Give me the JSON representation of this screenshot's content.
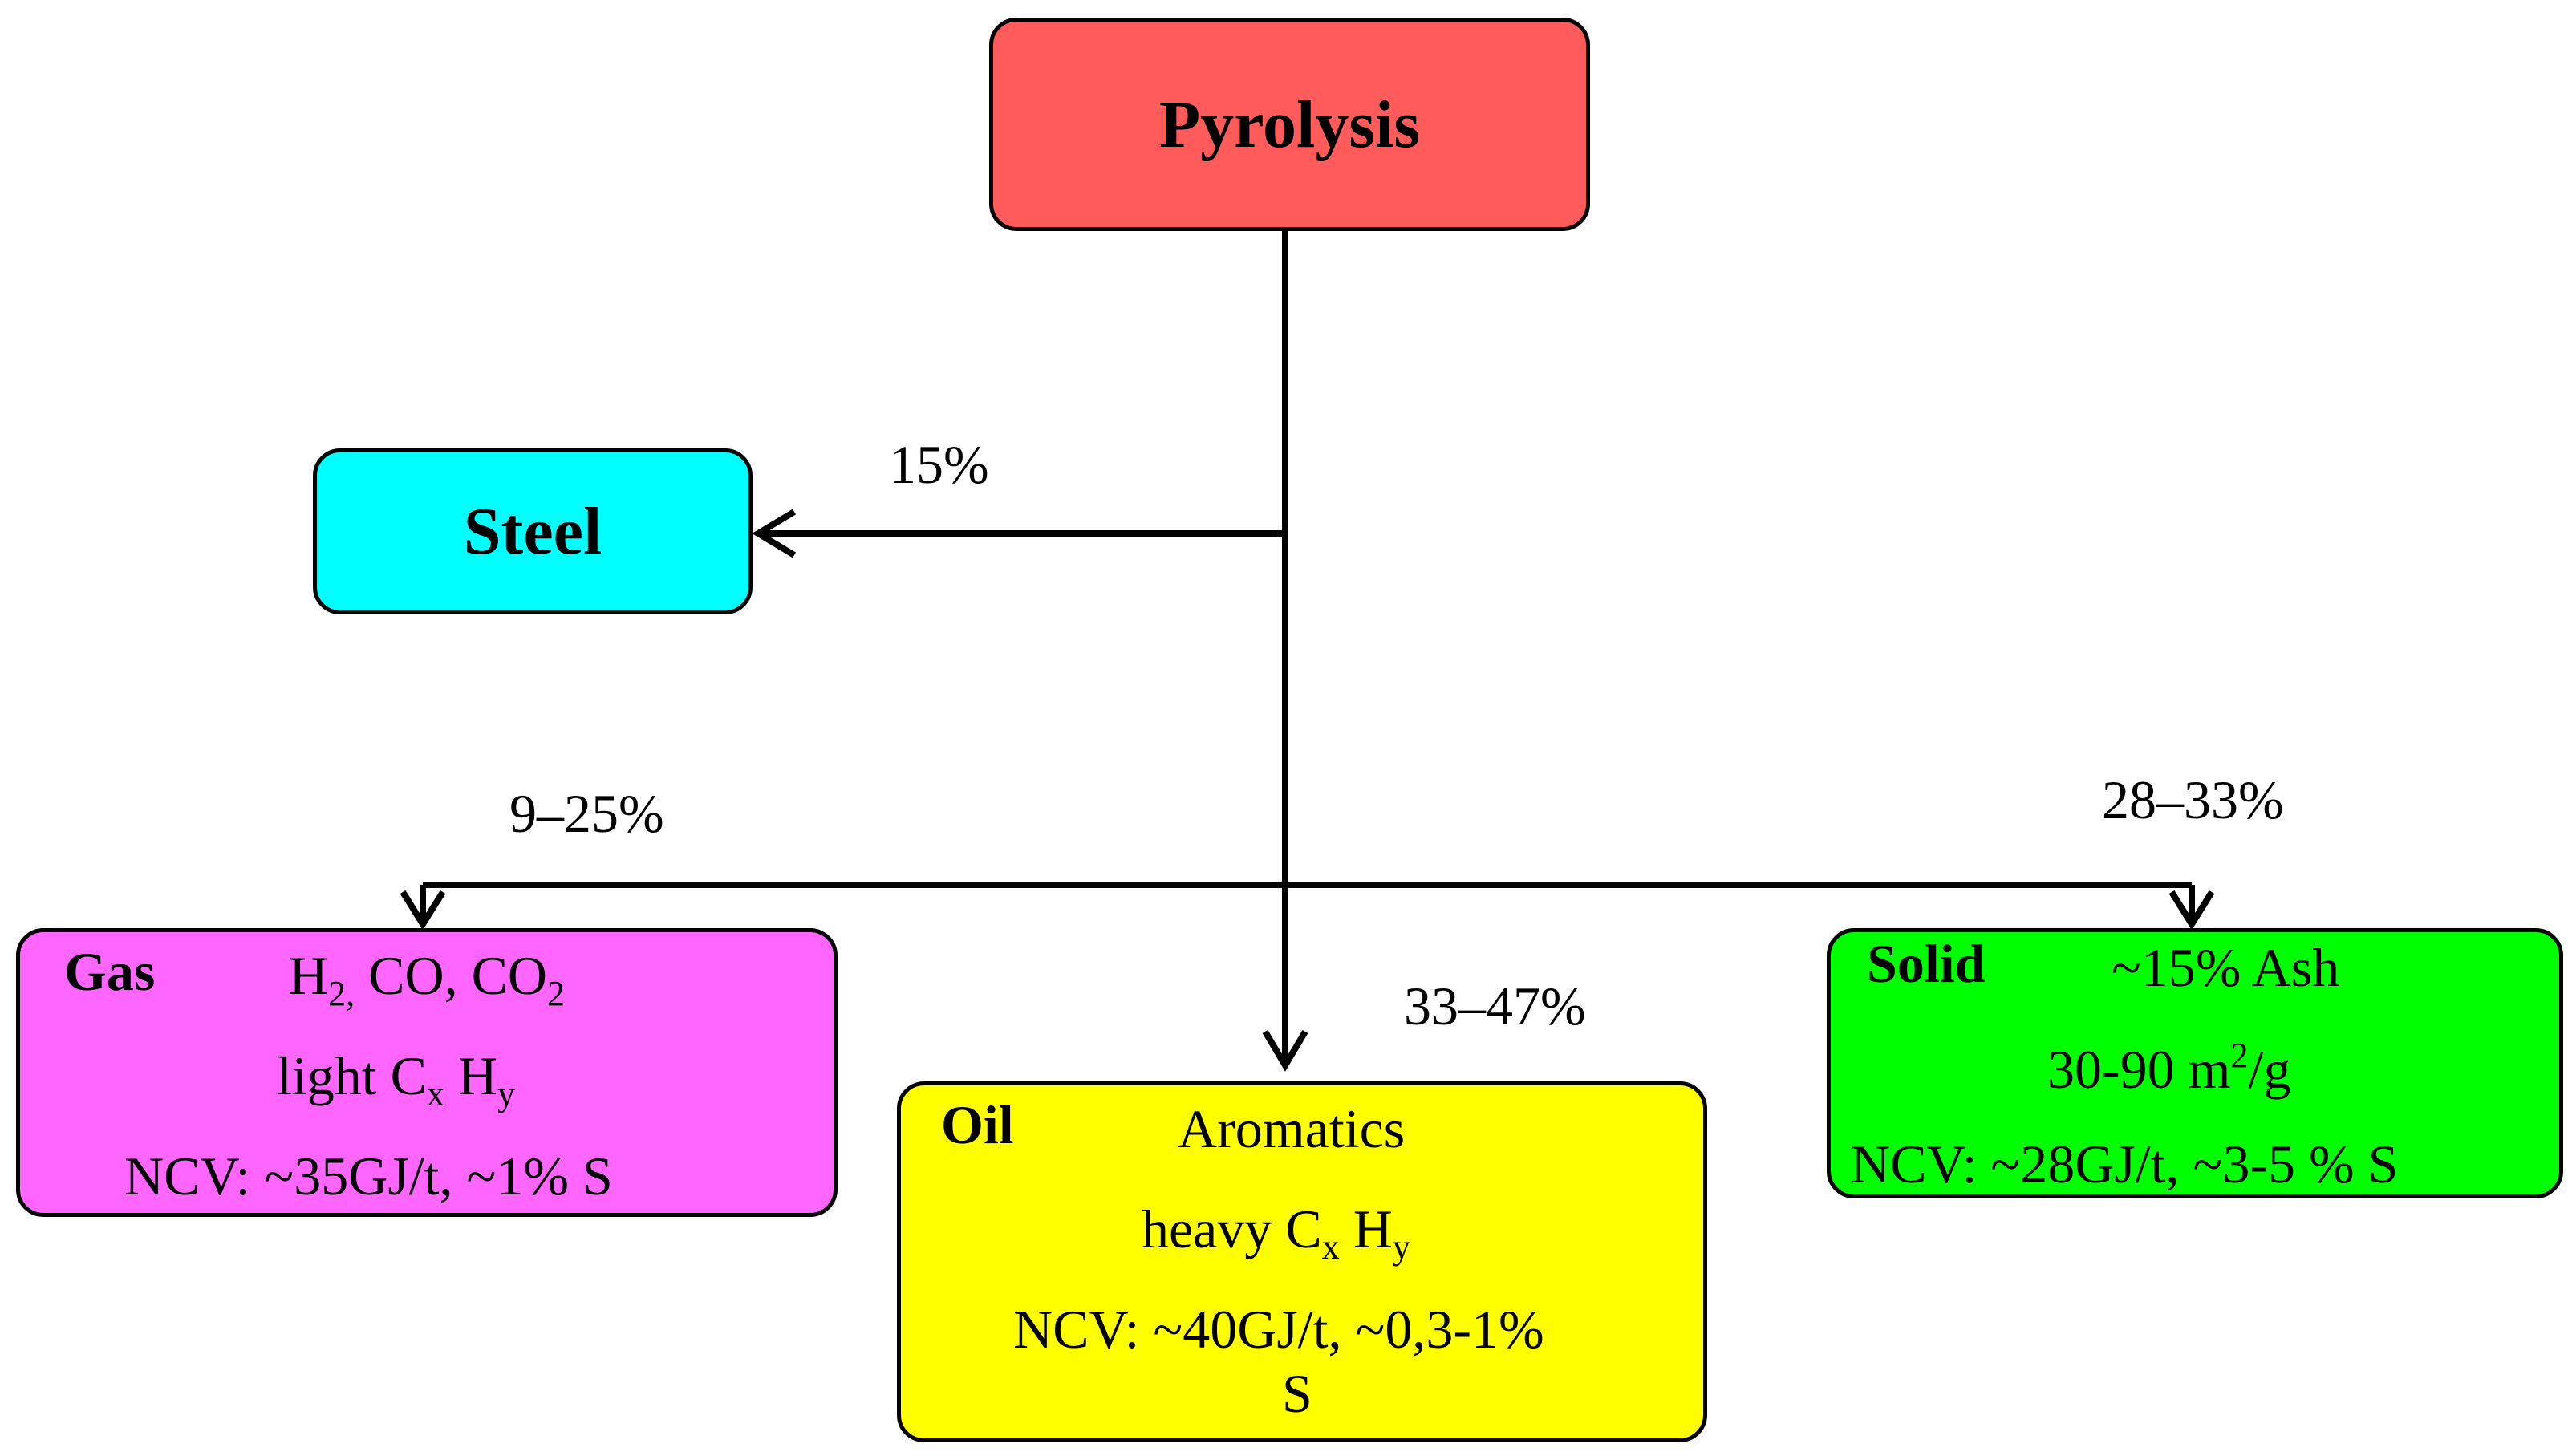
{
  "nodes": {
    "pyrolysis": {
      "label": "Pyrolysis",
      "color": "#FF5B5B"
    },
    "steel": {
      "label": "Steel",
      "color": "#00FFFF"
    },
    "gas": {
      "label": "Gas",
      "color": "#FF66FF",
      "line1": {
        "h": "H",
        "h_sub": "2,",
        "co": " CO, CO",
        "co_sub": "2"
      },
      "line2": {
        "prefix": "light  C",
        "x_sub": "x",
        "h": " H",
        "y_sub": "y"
      },
      "ncv": "NCV: ~35GJ/t, ~1% S"
    },
    "oil": {
      "label": "Oil",
      "color": "#FFFF00",
      "line1": "Aromatics",
      "line2": {
        "prefix": "heavy  C",
        "x_sub": "x",
        "h": " H",
        "y_sub": "y"
      },
      "ncv_a": "NCV: ~40GJ/t, ~0,3-1%",
      "ncv_b": "S"
    },
    "solid": {
      "label": "Solid",
      "color": "#00FF00",
      "line1": "~15% Ash",
      "line2": {
        "prefix": "30-90 m",
        "sup": "2",
        "suffix": "/g"
      },
      "ncv": "NCV: ~28GJ/t, ~3-5 % S"
    }
  },
  "yields": {
    "steel": "15%",
    "gas": "9–25%",
    "oil": "33–47%",
    "solid": "28–33%"
  }
}
